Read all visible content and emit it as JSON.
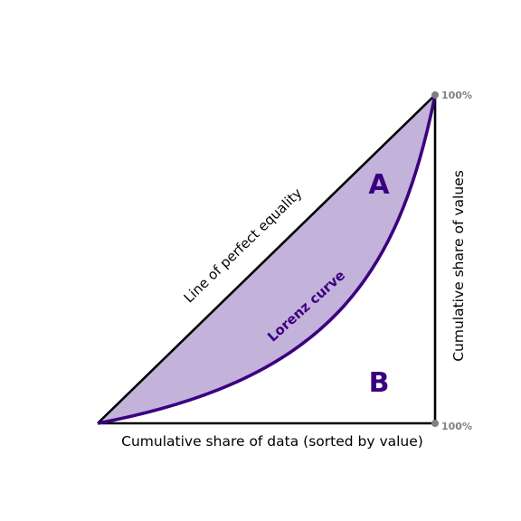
{
  "diagram": {
    "equality_label": "Line of perfect equality",
    "lorenz_label": "Lorenz curve",
    "area_a_label": "A",
    "area_b_label": "B",
    "x_axis_label": "Cumulative share of data (sorted by value)",
    "y_axis_label": "Cumulative share of values",
    "top_pct_label": "100%",
    "right_pct_label": "100%"
  },
  "colors": {
    "lorenz": "#3b0080",
    "fill": "#c3b2da",
    "axis": "#000000",
    "marker": "#808080"
  }
}
